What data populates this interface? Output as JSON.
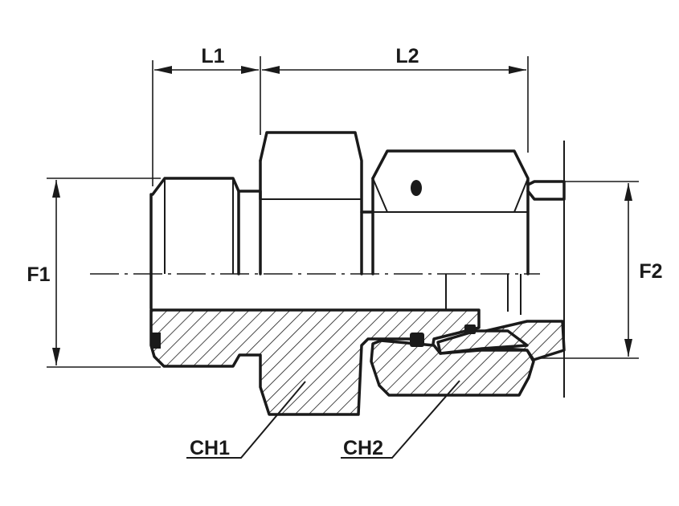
{
  "labels": {
    "l1": "L1",
    "l2": "L2",
    "f1": "F1",
    "f2": "F2",
    "ch1": "CH1",
    "ch2": "CH2"
  },
  "colors": {
    "ink": "#1a1a1a",
    "background": "#ffffff"
  }
}
